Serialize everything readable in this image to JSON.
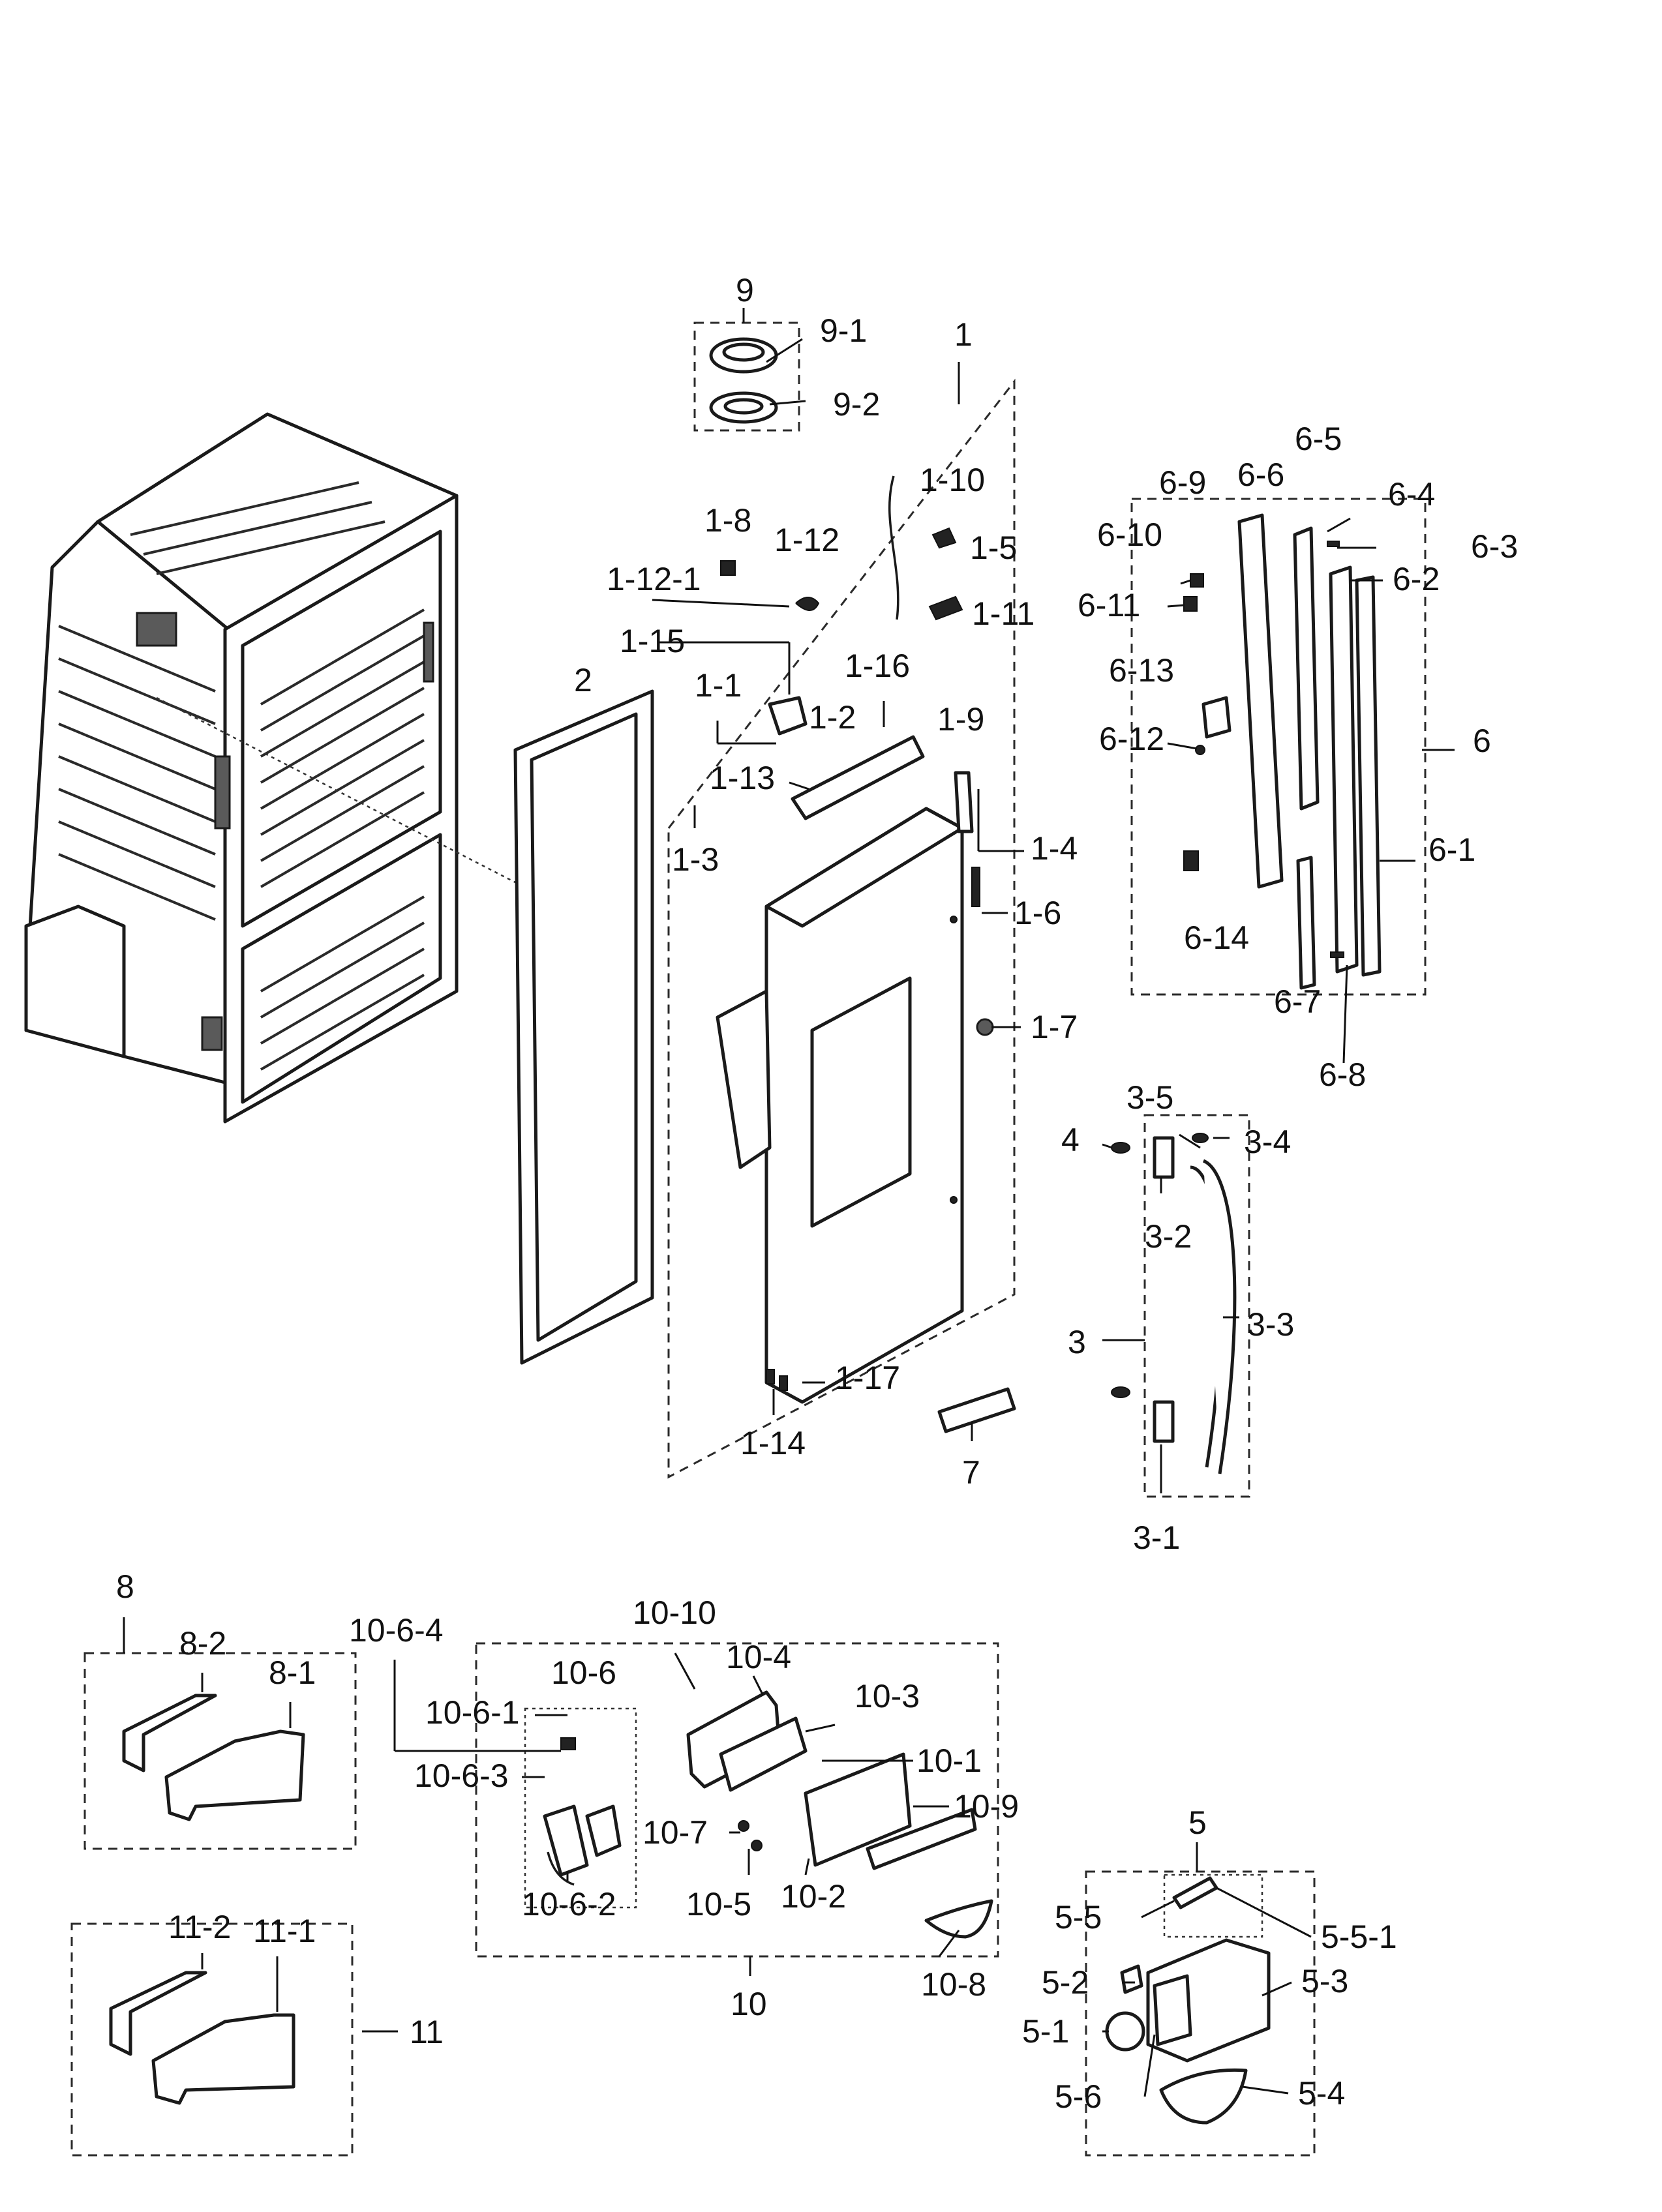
{
  "labels": {
    "l9": "9",
    "l9_1": "9-1",
    "l9_2": "9-2",
    "l1": "1",
    "l1_1": "1-1",
    "l1_2": "1-2",
    "l1_3": "1-3",
    "l1_4": "1-4",
    "l1_5": "1-5",
    "l1_6": "1-6",
    "l1_7": "1-7",
    "l1_8": "1-8",
    "l1_9": "1-9",
    "l1_10": "1-10",
    "l1_11": "1-11",
    "l1_12": "1-12",
    "l1_12_1": "1-12-1",
    "l1_13": "1-13",
    "l1_14": "1-14",
    "l1_15": "1-15",
    "l1_16": "1-16",
    "l1_17": "1-17",
    "l2": "2",
    "l3": "3",
    "l3_1": "3-1",
    "l3_2": "3-2",
    "l3_3": "3-3",
    "l3_4": "3-4",
    "l3_5": "3-5",
    "l4": "4",
    "l5": "5",
    "l5_1": "5-1",
    "l5_2": "5-2",
    "l5_3": "5-3",
    "l5_4": "5-4",
    "l5_5": "5-5",
    "l5_5_1": "5-5-1",
    "l5_6": "5-6",
    "l6": "6",
    "l6_1": "6-1",
    "l6_2": "6-2",
    "l6_3": "6-3",
    "l6_4": "6-4",
    "l6_5": "6-5",
    "l6_6": "6-6",
    "l6_7": "6-7",
    "l6_8": "6-8",
    "l6_9": "6-9",
    "l6_10": "6-10",
    "l6_11": "6-11",
    "l6_12": "6-12",
    "l6_13": "6-13",
    "l6_14": "6-14",
    "l7": "7",
    "l8": "8",
    "l8_1": "8-1",
    "l8_2": "8-2",
    "l10": "10",
    "l10_1": "10-1",
    "l10_2": "10-2",
    "l10_3": "10-3",
    "l10_4": "10-4",
    "l10_5": "10-5",
    "l10_6": "10-6",
    "l10_6_1": "10-6-1",
    "l10_6_2": "10-6-2",
    "l10_6_3": "10-6-3",
    "l10_6_4": "10-6-4",
    "l10_7": "10-7",
    "l10_8": "10-8",
    "l10_9": "10-9",
    "l10_10": "10-10",
    "l11": "11",
    "l11_1": "11-1",
    "l11_2": "11-2"
  }
}
